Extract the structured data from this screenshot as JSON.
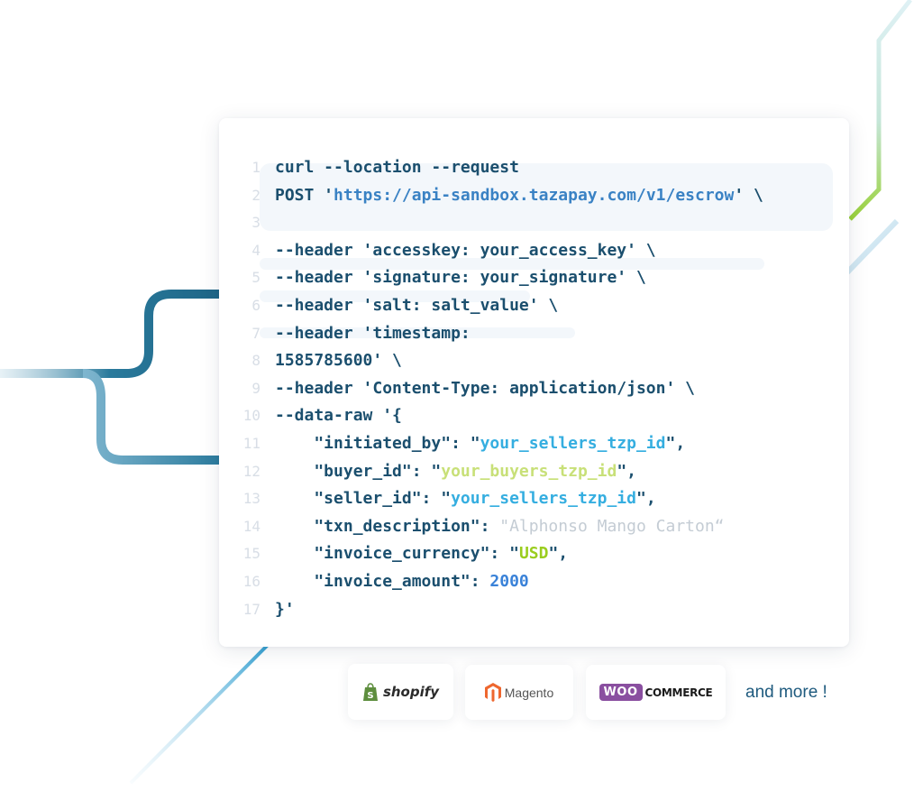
{
  "code": {
    "lines": [
      {
        "n": "1",
        "t": [
          {
            "c": "txt",
            "s": "curl --location --request"
          }
        ]
      },
      {
        "n": "2",
        "t": [
          {
            "c": "txt",
            "s": "POST '"
          },
          {
            "c": "t-url",
            "s": "https://api-sandbox.tazapay.com/v1/escrow"
          },
          {
            "c": "txt",
            "s": "' \\"
          }
        ]
      },
      {
        "n": "3",
        "t": []
      },
      {
        "n": "4",
        "t": [
          {
            "c": "txt",
            "s": "--header 'accesskey: your_access_key' \\"
          }
        ]
      },
      {
        "n": "5",
        "t": [
          {
            "c": "txt",
            "s": "--header 'signature: your_signature' \\"
          }
        ]
      },
      {
        "n": "6",
        "t": [
          {
            "c": "txt",
            "s": "--header 'salt: salt_value' \\"
          }
        ]
      },
      {
        "n": "7",
        "t": [
          {
            "c": "txt",
            "s": "--header 'timestamp:"
          }
        ]
      },
      {
        "n": "8",
        "t": [
          {
            "c": "txt",
            "s": "1585785600' \\"
          }
        ]
      },
      {
        "n": "9",
        "t": [
          {
            "c": "txt",
            "s": "--header 'Content-Type: application/json' \\"
          }
        ]
      },
      {
        "n": "10",
        "t": [
          {
            "c": "txt",
            "s": "--data-raw '{"
          }
        ]
      },
      {
        "n": "11",
        "t": [
          {
            "c": "txt",
            "s": "    \"initiated_by\": \""
          },
          {
            "c": "t-cyan",
            "s": "your_sellers_tzp_id"
          },
          {
            "c": "txt",
            "s": "\","
          }
        ]
      },
      {
        "n": "12",
        "t": [
          {
            "c": "txt",
            "s": "    \"buyer_id\": \""
          },
          {
            "c": "t-lime",
            "s": "your_buyers_tzp_id"
          },
          {
            "c": "txt",
            "s": "\","
          }
        ]
      },
      {
        "n": "13",
        "t": [
          {
            "c": "txt",
            "s": "    \"seller_id\": \""
          },
          {
            "c": "t-cyan",
            "s": "your_sellers_tzp_id"
          },
          {
            "c": "txt",
            "s": "\","
          }
        ]
      },
      {
        "n": "14",
        "t": [
          {
            "c": "txt",
            "s": "    \"txn_description\": "
          },
          {
            "c": "t-grey",
            "s": "\"Alphonso Mango Carton“"
          }
        ]
      },
      {
        "n": "15",
        "t": [
          {
            "c": "txt",
            "s": "    \"invoice_currency\": \""
          },
          {
            "c": "t-green",
            "s": "USD"
          },
          {
            "c": "txt",
            "s": "\","
          }
        ]
      },
      {
        "n": "16",
        "t": [
          {
            "c": "txt",
            "s": "    \"invoice_amount\": "
          },
          {
            "c": "t-blue",
            "s": "2000"
          }
        ]
      },
      {
        "n": "17",
        "t": [
          {
            "c": "txt",
            "s": "}'"
          }
        ]
      }
    ]
  },
  "integrations": {
    "shopify": "shopify",
    "magento": "Magento",
    "woo_badge": "WOO",
    "woo_text": "COMMERCE",
    "more": "and more !"
  },
  "colors": {
    "accent_dark": "#1b4f6e",
    "accent_blue": "#3a82c4",
    "accent_cyan": "#35aee0",
    "accent_green": "#9acd1e"
  }
}
